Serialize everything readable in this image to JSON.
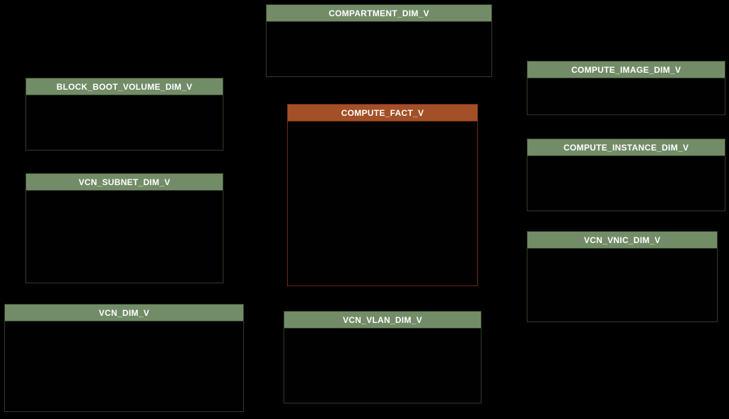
{
  "diagram": {
    "title": "schema-relational-diagram",
    "colors": {
      "background": "#000000",
      "dimension_header": "#728c68",
      "dimension_border": "#2f3d26",
      "fact_header": "#a34f27",
      "fact_border": "#6e2a11",
      "header_text": "#ffffff",
      "body_fill": "#010101"
    },
    "tables": [
      {
        "label": "COMPARTMENT_DIM_V",
        "type": "dimension"
      },
      {
        "label": "BLOCK_BOOT_VOLUME_DIM_V",
        "type": "dimension"
      },
      {
        "label": "VCN_SUBNET_DIM_V",
        "type": "dimension"
      },
      {
        "label": "VCN_DIM_V",
        "type": "dimension"
      },
      {
        "label": "COMPUTE_FACT_V",
        "type": "fact"
      },
      {
        "label": "VCN_VLAN_DIM_V",
        "type": "dimension"
      },
      {
        "label": "COMPUTE_IMAGE_DIM_V",
        "type": "dimension"
      },
      {
        "label": "COMPUTE_INSTANCE_DIM_V",
        "type": "dimension"
      },
      {
        "label": "VCN_VNIC_DIM_V",
        "type": "dimension"
      }
    ]
  }
}
